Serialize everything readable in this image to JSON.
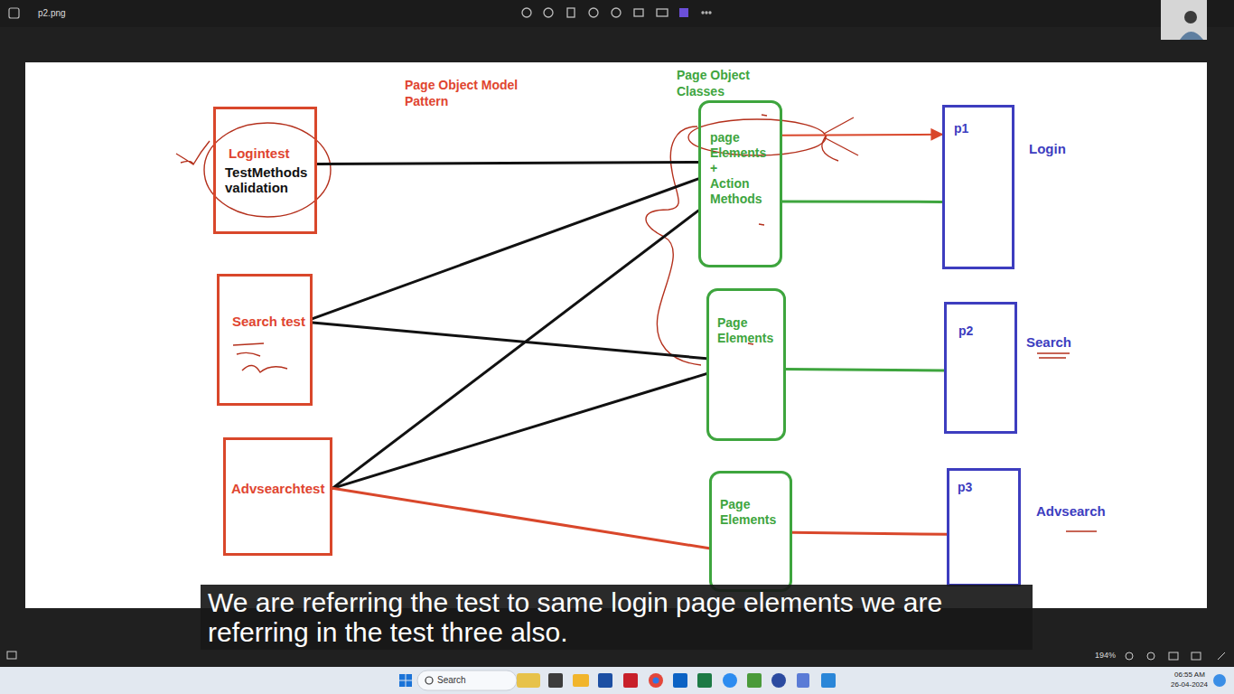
{
  "diagram": {
    "title": "Page Object Model Pattern",
    "nodes": [
      {
        "text": [
          "Logintest",
          "TestMethods validation"
        ]
      },
      {
        "text": [
          "Search test"
        ]
      },
      {
        "text": [
          "Advsearchtest"
        ]
      },
      {
        "text": [
          "page Elements",
          "+",
          "Action Methods"
        ]
      },
      {
        "text": [
          "Page Elements"
        ]
      },
      {
        "text": [
          "Page Elements"
        ]
      },
      {
        "text": [
          "p1",
          "Login"
        ]
      },
      {
        "text": [
          "p2",
          "Search"
        ]
      },
      {
        "text": [
          "p3",
          "Advsearch"
        ]
      }
    ],
    "edges": [
      {
        "from": 0,
        "to": 3,
        "arrow": "none"
      },
      {
        "from": 1,
        "to": 3,
        "arrow": "none"
      },
      {
        "from": 1,
        "to": 4,
        "arrow": "none"
      },
      {
        "from": 2,
        "to": 3,
        "arrow": "none"
      },
      {
        "from": 2,
        "to": 4,
        "arrow": "none"
      },
      {
        "from": 2,
        "to": 5,
        "arrow": "none"
      },
      {
        "from": 3,
        "to": 6,
        "arrow": "none"
      },
      {
        "from": 4,
        "to": 7,
        "arrow": "none"
      },
      {
        "from": 5,
        "to": 8,
        "arrow": "none"
      },
      {
        "from": 3,
        "to": 6,
        "arrow": "to"
      }
    ],
    "labels": [
      "Page Object Classes",
      "p2.png",
      "We are referring the test to same login page elements we are referring in the test three also.",
      "194%",
      "Search",
      "06:55 AM",
      "26-04-2024"
    ]
  }
}
